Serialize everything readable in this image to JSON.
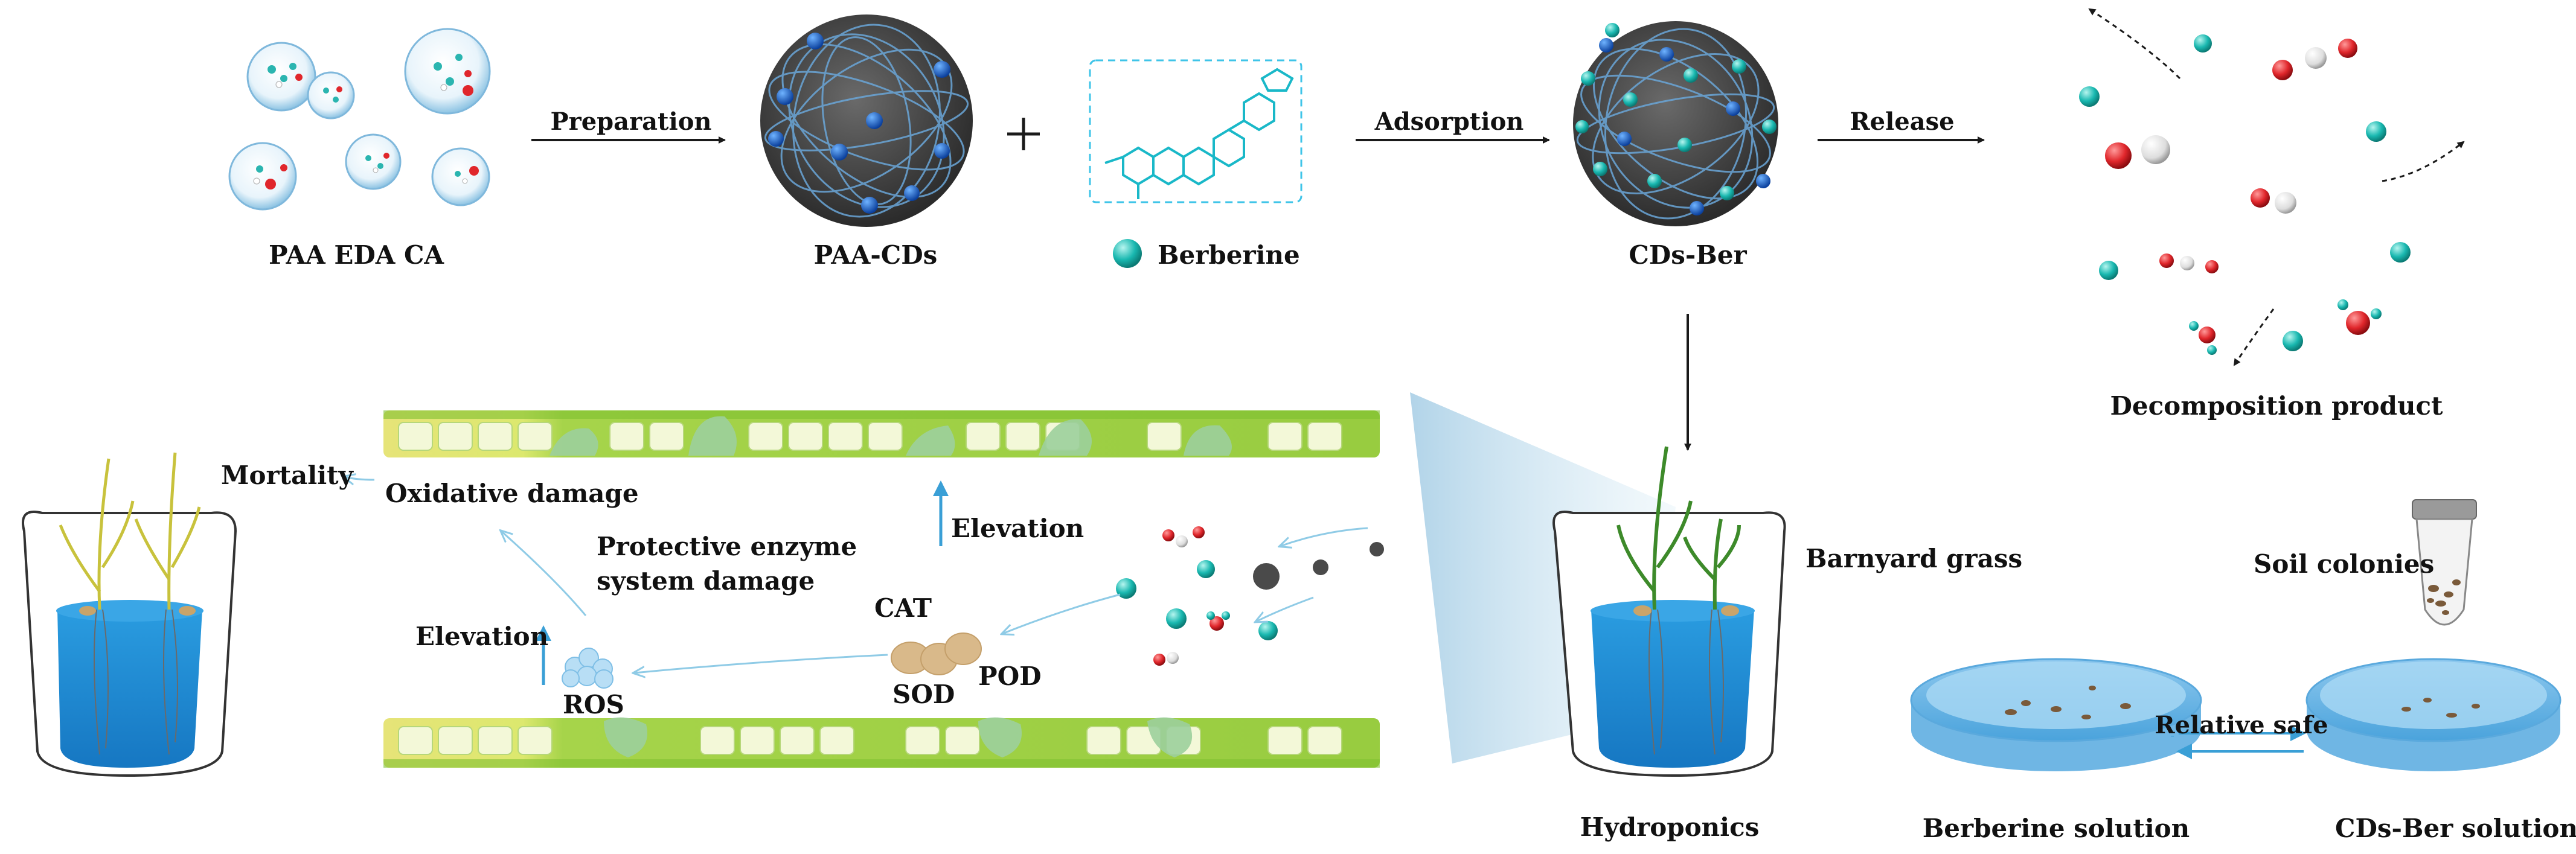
{
  "labels": {
    "precursors": "PAA  EDA  CA",
    "preparation": "Preparation",
    "paa_cds": "PAA-CDs",
    "berberine": "Berberine",
    "adsorption": "Adsorption",
    "cds_ber": "CDs-Ber",
    "release": "Release",
    "decomposition": "Decomposition product",
    "mortality": "Mortality",
    "oxidative_damage": "Oxidative damage",
    "protective_line1": "Protective enzyme",
    "protective_line2": "system damage",
    "elevation_left": "Elevation",
    "elevation_mid": "Elevation",
    "cat": "CAT",
    "sod": "SOD",
    "pod": "POD",
    "ros": "ROS",
    "barnyard_grass": "Barnyard grass",
    "hydroponics": "Hydroponics",
    "soil_colonies": "Soil colonies",
    "relative_safe": "Relative safe",
    "berberine_solution": "Berberine solution",
    "cds_ber_solution": "CDs-Ber solution"
  },
  "colors": {
    "arrow": "#1a1a1a",
    "blue_arrow": "#3a9fd6",
    "cyan_particle": "#19b8b0",
    "red_atom": "#e0262b",
    "cd_dark": "#3d3d3d",
    "cd_fiber": "#4f8fc8",
    "water": "#1e8fd8",
    "cell_green": "#a6d44a",
    "cell_yellow": "#e8e67a",
    "enzyme": "#d8b98a",
    "ros": "#a9d6f2"
  }
}
